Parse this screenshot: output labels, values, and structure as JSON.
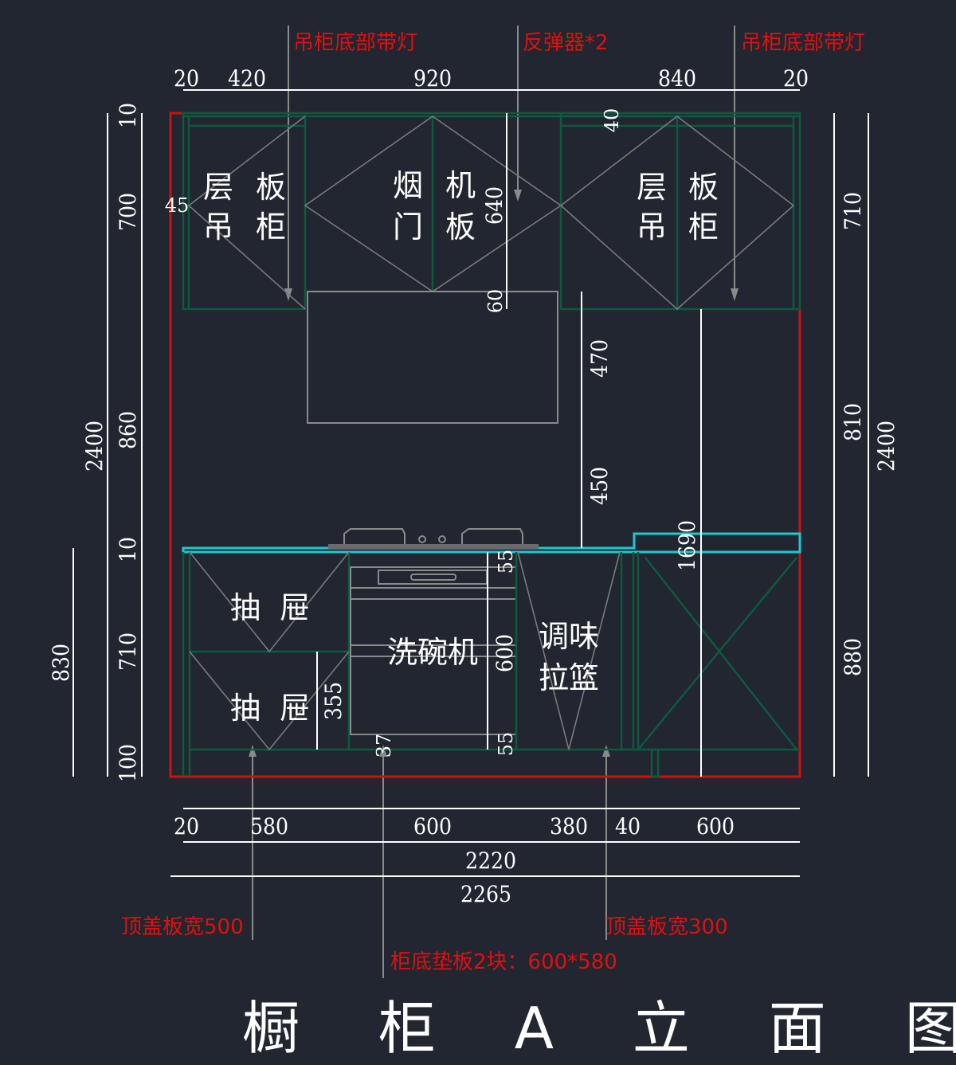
{
  "title": "橱 柜 A 立 面 图",
  "colors": {
    "background": "#212630",
    "dimension": "#ffffff",
    "note": "#e01010",
    "wall_outline": "#d01010",
    "cabinet_line": "#0e5a3e",
    "countertop": "#20c8d0",
    "appliance": "#8a8a8a"
  },
  "notes": {
    "top_left": "吊柜底部带灯",
    "top_center": "反弹器*2",
    "top_right": "吊柜底部带灯",
    "bottom_left": "顶盖板宽500",
    "bottom_right": "顶盖板宽300",
    "bottom_center": "柜底垫板2块：600*580"
  },
  "labels": {
    "wall_cab_left": [
      "层",
      "板",
      "吊",
      "柜"
    ],
    "hood_door": [
      "烟",
      "机",
      "门",
      "板"
    ],
    "wall_cab_right": [
      "层",
      "板",
      "吊",
      "柜"
    ],
    "drawer_top": [
      "抽",
      "屉"
    ],
    "drawer_bottom": [
      "抽",
      "屉"
    ],
    "dishwasher": "洗碗机",
    "spice_rack": [
      "调味",
      "拉篮"
    ]
  },
  "dims": {
    "top": [
      "20",
      "420",
      "920",
      "840",
      "20"
    ],
    "bottom_row": [
      "20",
      "580",
      "600",
      "380",
      "40",
      "600"
    ],
    "bottom_total_inner": "2220",
    "bottom_total_outer": "2265",
    "left_inner": [
      "10",
      "700",
      "860",
      "10",
      "710",
      "100"
    ],
    "left_total": "2400",
    "left_base": "830",
    "right_inner": [
      "710",
      "810",
      "880"
    ],
    "right_total": "2400",
    "inner": {
      "offset_45": "45",
      "hood_640": "640",
      "hood_60": "60",
      "top_40": "40",
      "gap_470": "470",
      "gap_450": "450",
      "tall_1690": "1690",
      "dw_55_top": "55",
      "dw_600": "600",
      "dw_55_bottom": "55",
      "drawer_355": "355",
      "plinth_37": "37"
    }
  }
}
